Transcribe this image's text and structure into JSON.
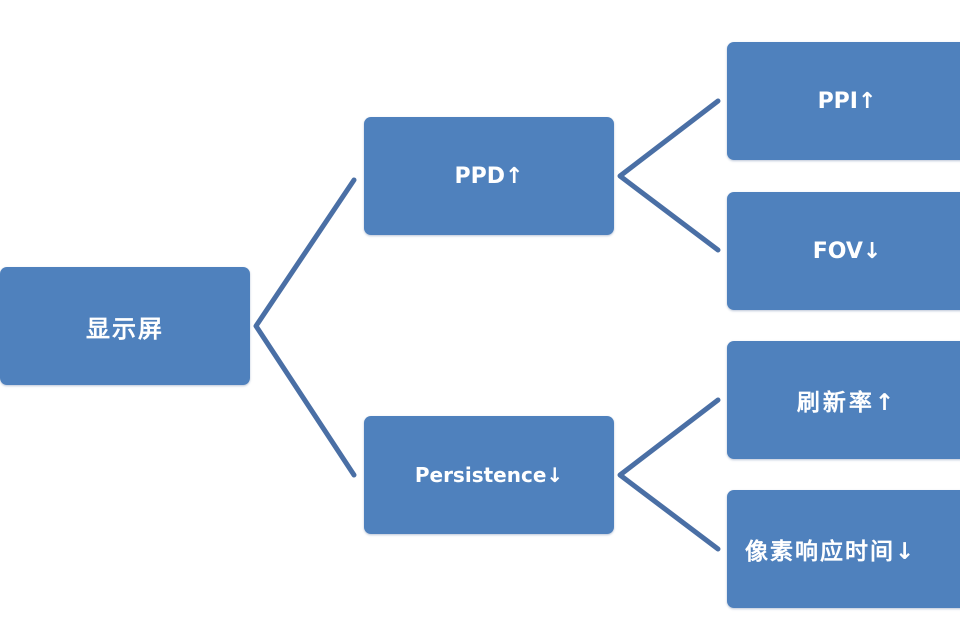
{
  "diagram": {
    "colors": {
      "node_fill": "#4f81bd",
      "node_text": "#ffffff",
      "connector": "#4a6fa5",
      "background": "#ffffff"
    },
    "nodes": {
      "root": "显示屏",
      "ppd": "PPD↑",
      "persistence": "Persistence↓",
      "ppi": "PPI↑",
      "fov": "FOV↓",
      "refresh_rate": "刷新率↑",
      "response_time": "像素响应时间↓"
    }
  }
}
